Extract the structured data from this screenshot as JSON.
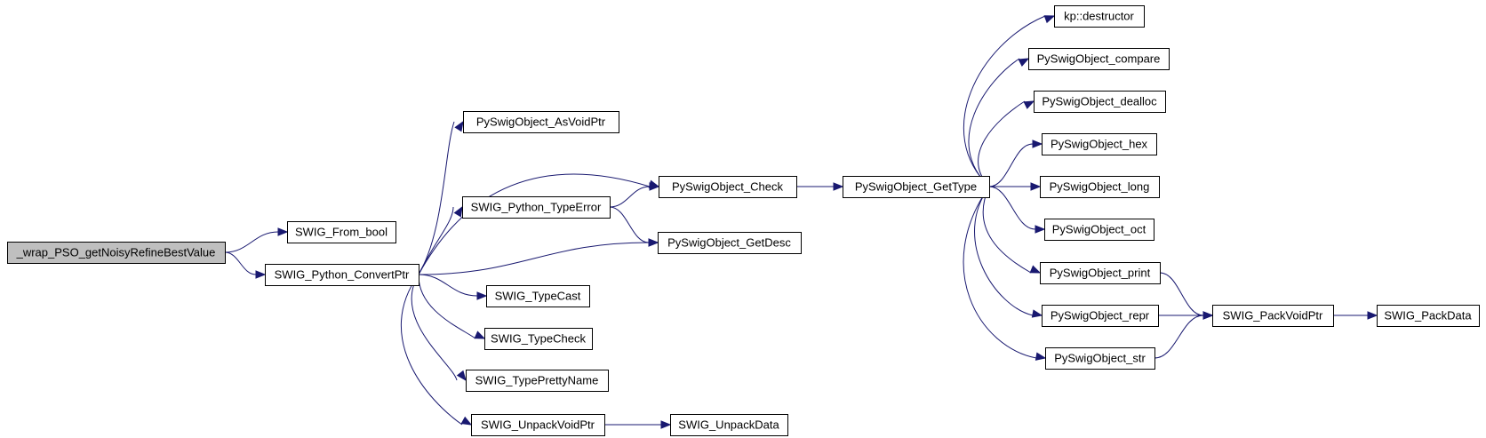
{
  "diagram": {
    "type": "call-graph",
    "colors": {
      "edge": "#191970",
      "node_fill": "#ffffff",
      "root_fill": "#bfbfbf",
      "border": "#000000"
    },
    "nodes": [
      {
        "id": "wrap_pso",
        "label": "_wrap_PSO_getNoisyRefineBestValue",
        "root": true
      },
      {
        "id": "from_bool",
        "label": "SWIG_From_bool"
      },
      {
        "id": "convert_ptr",
        "label": "SWIG_Python_ConvertPtr"
      },
      {
        "id": "as_void_ptr",
        "label": "PySwigObject_AsVoidPtr"
      },
      {
        "id": "type_error",
        "label": "SWIG_Python_TypeError"
      },
      {
        "id": "type_cast",
        "label": "SWIG_TypeCast"
      },
      {
        "id": "type_check",
        "label": "SWIG_TypeCheck"
      },
      {
        "id": "type_pretty",
        "label": "SWIG_TypePrettyName"
      },
      {
        "id": "unpack_void_ptr",
        "label": "SWIG_UnpackVoidPtr"
      },
      {
        "id": "unpack_data",
        "label": "SWIG_UnpackData"
      },
      {
        "id": "check",
        "label": "PySwigObject_Check"
      },
      {
        "id": "get_desc",
        "label": "PySwigObject_GetDesc"
      },
      {
        "id": "get_type",
        "label": "PySwigObject_GetType"
      },
      {
        "id": "destructor",
        "label": "kp::destructor"
      },
      {
        "id": "compare",
        "label": "PySwigObject_compare"
      },
      {
        "id": "dealloc",
        "label": "PySwigObject_dealloc"
      },
      {
        "id": "hex",
        "label": "PySwigObject_hex"
      },
      {
        "id": "long",
        "label": "PySwigObject_long"
      },
      {
        "id": "oct",
        "label": "PySwigObject_oct"
      },
      {
        "id": "print",
        "label": "PySwigObject_print"
      },
      {
        "id": "repr",
        "label": "PySwigObject_repr"
      },
      {
        "id": "str",
        "label": "PySwigObject_str"
      },
      {
        "id": "pack_void_ptr",
        "label": "SWIG_PackVoidPtr"
      },
      {
        "id": "pack_data",
        "label": "SWIG_PackData"
      }
    ],
    "edges": [
      {
        "from": "wrap_pso",
        "to": "from_bool"
      },
      {
        "from": "wrap_pso",
        "to": "convert_ptr"
      },
      {
        "from": "convert_ptr",
        "to": "as_void_ptr"
      },
      {
        "from": "convert_ptr",
        "to": "check"
      },
      {
        "from": "convert_ptr",
        "to": "type_error"
      },
      {
        "from": "convert_ptr",
        "to": "get_desc"
      },
      {
        "from": "convert_ptr",
        "to": "type_cast"
      },
      {
        "from": "convert_ptr",
        "to": "type_check"
      },
      {
        "from": "convert_ptr",
        "to": "type_pretty"
      },
      {
        "from": "convert_ptr",
        "to": "unpack_void_ptr"
      },
      {
        "from": "type_error",
        "to": "check"
      },
      {
        "from": "type_error",
        "to": "get_desc"
      },
      {
        "from": "unpack_void_ptr",
        "to": "unpack_data"
      },
      {
        "from": "check",
        "to": "get_type"
      },
      {
        "from": "get_type",
        "to": "destructor"
      },
      {
        "from": "get_type",
        "to": "compare"
      },
      {
        "from": "get_type",
        "to": "dealloc"
      },
      {
        "from": "get_type",
        "to": "hex"
      },
      {
        "from": "get_type",
        "to": "long"
      },
      {
        "from": "get_type",
        "to": "oct"
      },
      {
        "from": "get_type",
        "to": "print"
      },
      {
        "from": "get_type",
        "to": "repr"
      },
      {
        "from": "get_type",
        "to": "str"
      },
      {
        "from": "print",
        "to": "pack_void_ptr"
      },
      {
        "from": "repr",
        "to": "pack_void_ptr"
      },
      {
        "from": "str",
        "to": "pack_void_ptr"
      },
      {
        "from": "pack_void_ptr",
        "to": "pack_data"
      }
    ]
  }
}
